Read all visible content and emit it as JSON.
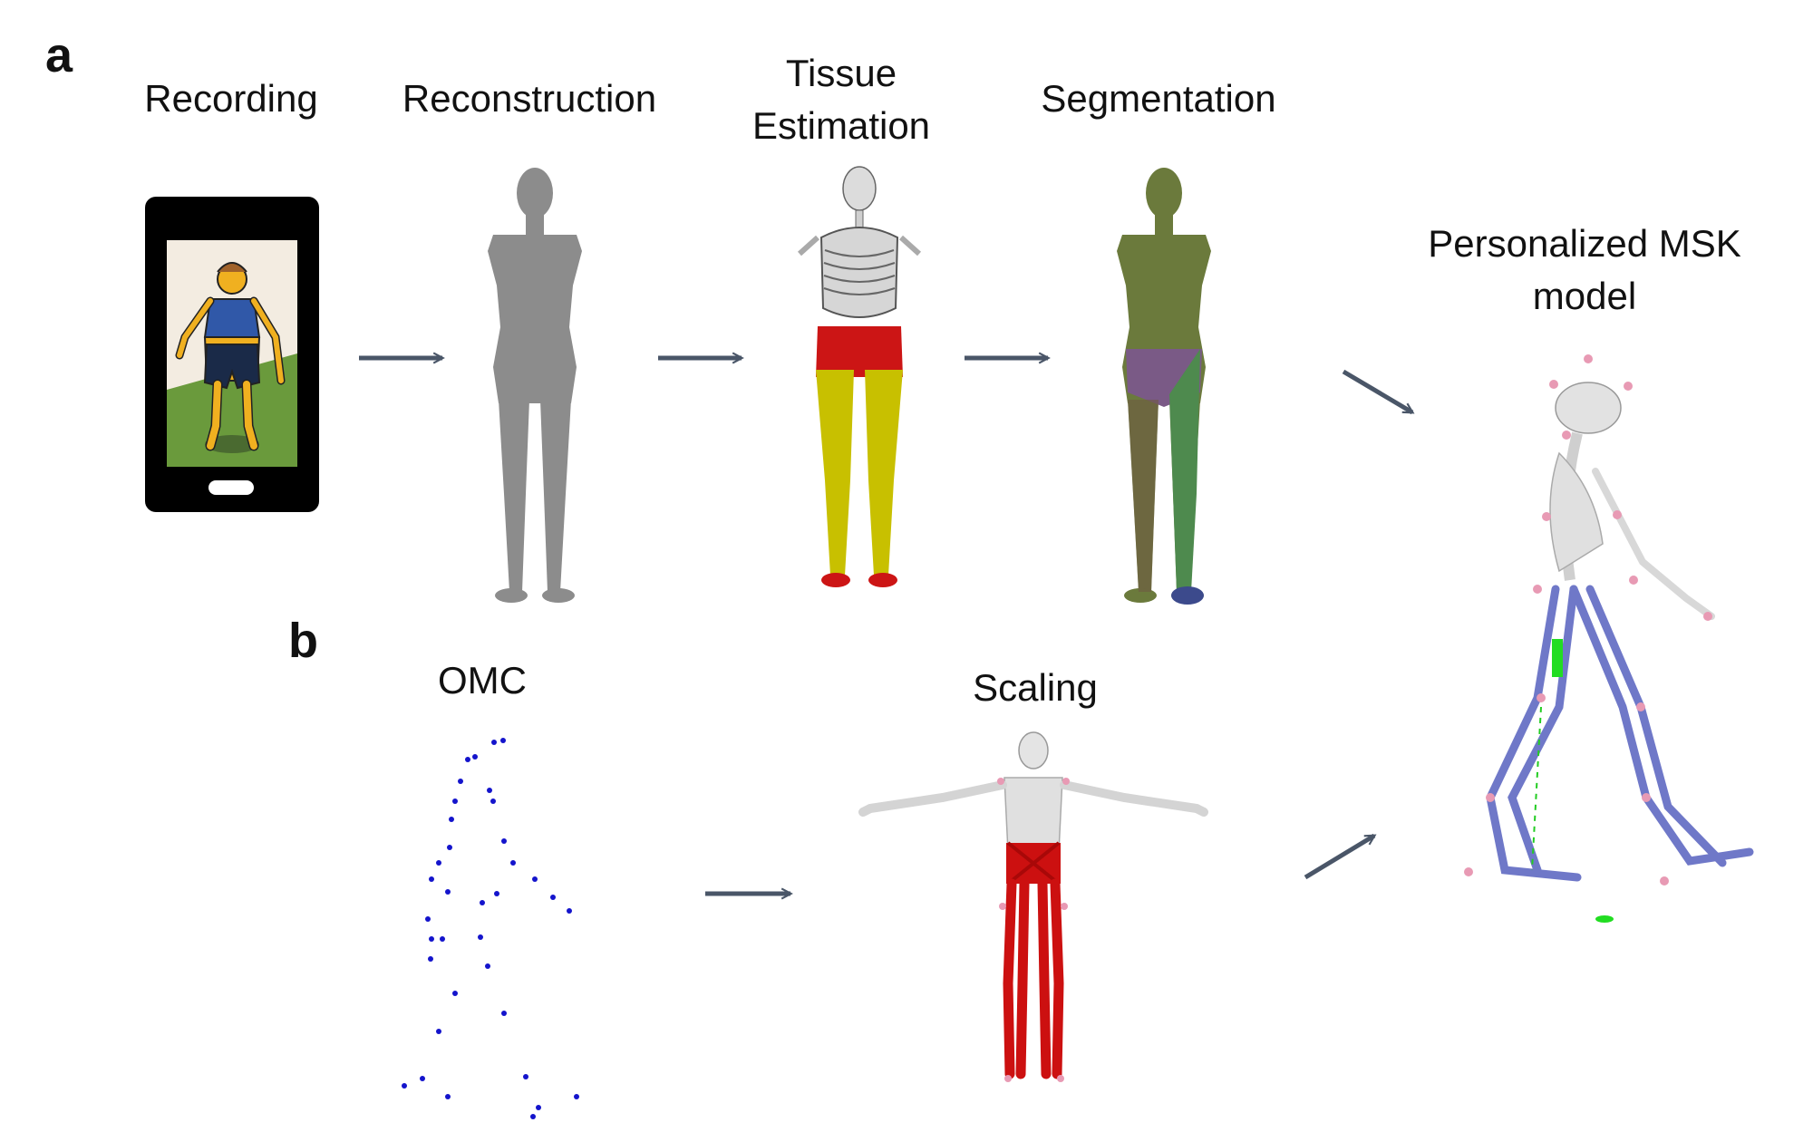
{
  "panels": {
    "a": "a",
    "b": "b"
  },
  "stages_a": {
    "recording": "Recording",
    "reconstruction": "Reconstruction",
    "tissue_line1": "Tissue",
    "tissue_line2": "Estimation",
    "segmentation": "Segmentation"
  },
  "output": {
    "line1": "Personalized MSK",
    "line2": "model"
  },
  "stages_b": {
    "omc": "OMC",
    "scaling": "Scaling"
  },
  "colors": {
    "arrow": "#4a5668",
    "mesh_gray": "#8c8c8c",
    "bone": "#e6e6e6",
    "tissue_red": "#cc1515",
    "tissue_yellow": "#c8c000",
    "segment_green": "#6b7a3c",
    "segment_purple": "#7a5a86",
    "segment_teal": "#4e8a4e",
    "marker_blue": "#1414cc",
    "muscle_blue": "#6f78c8",
    "muscle_red": "#cc1010",
    "marker_pink": "#e89ab4",
    "phone_screen": "#f3ece1",
    "phone_ground": "#6a9a3c",
    "figure_skin": "#f0b020",
    "figure_top": "#3058a8"
  }
}
